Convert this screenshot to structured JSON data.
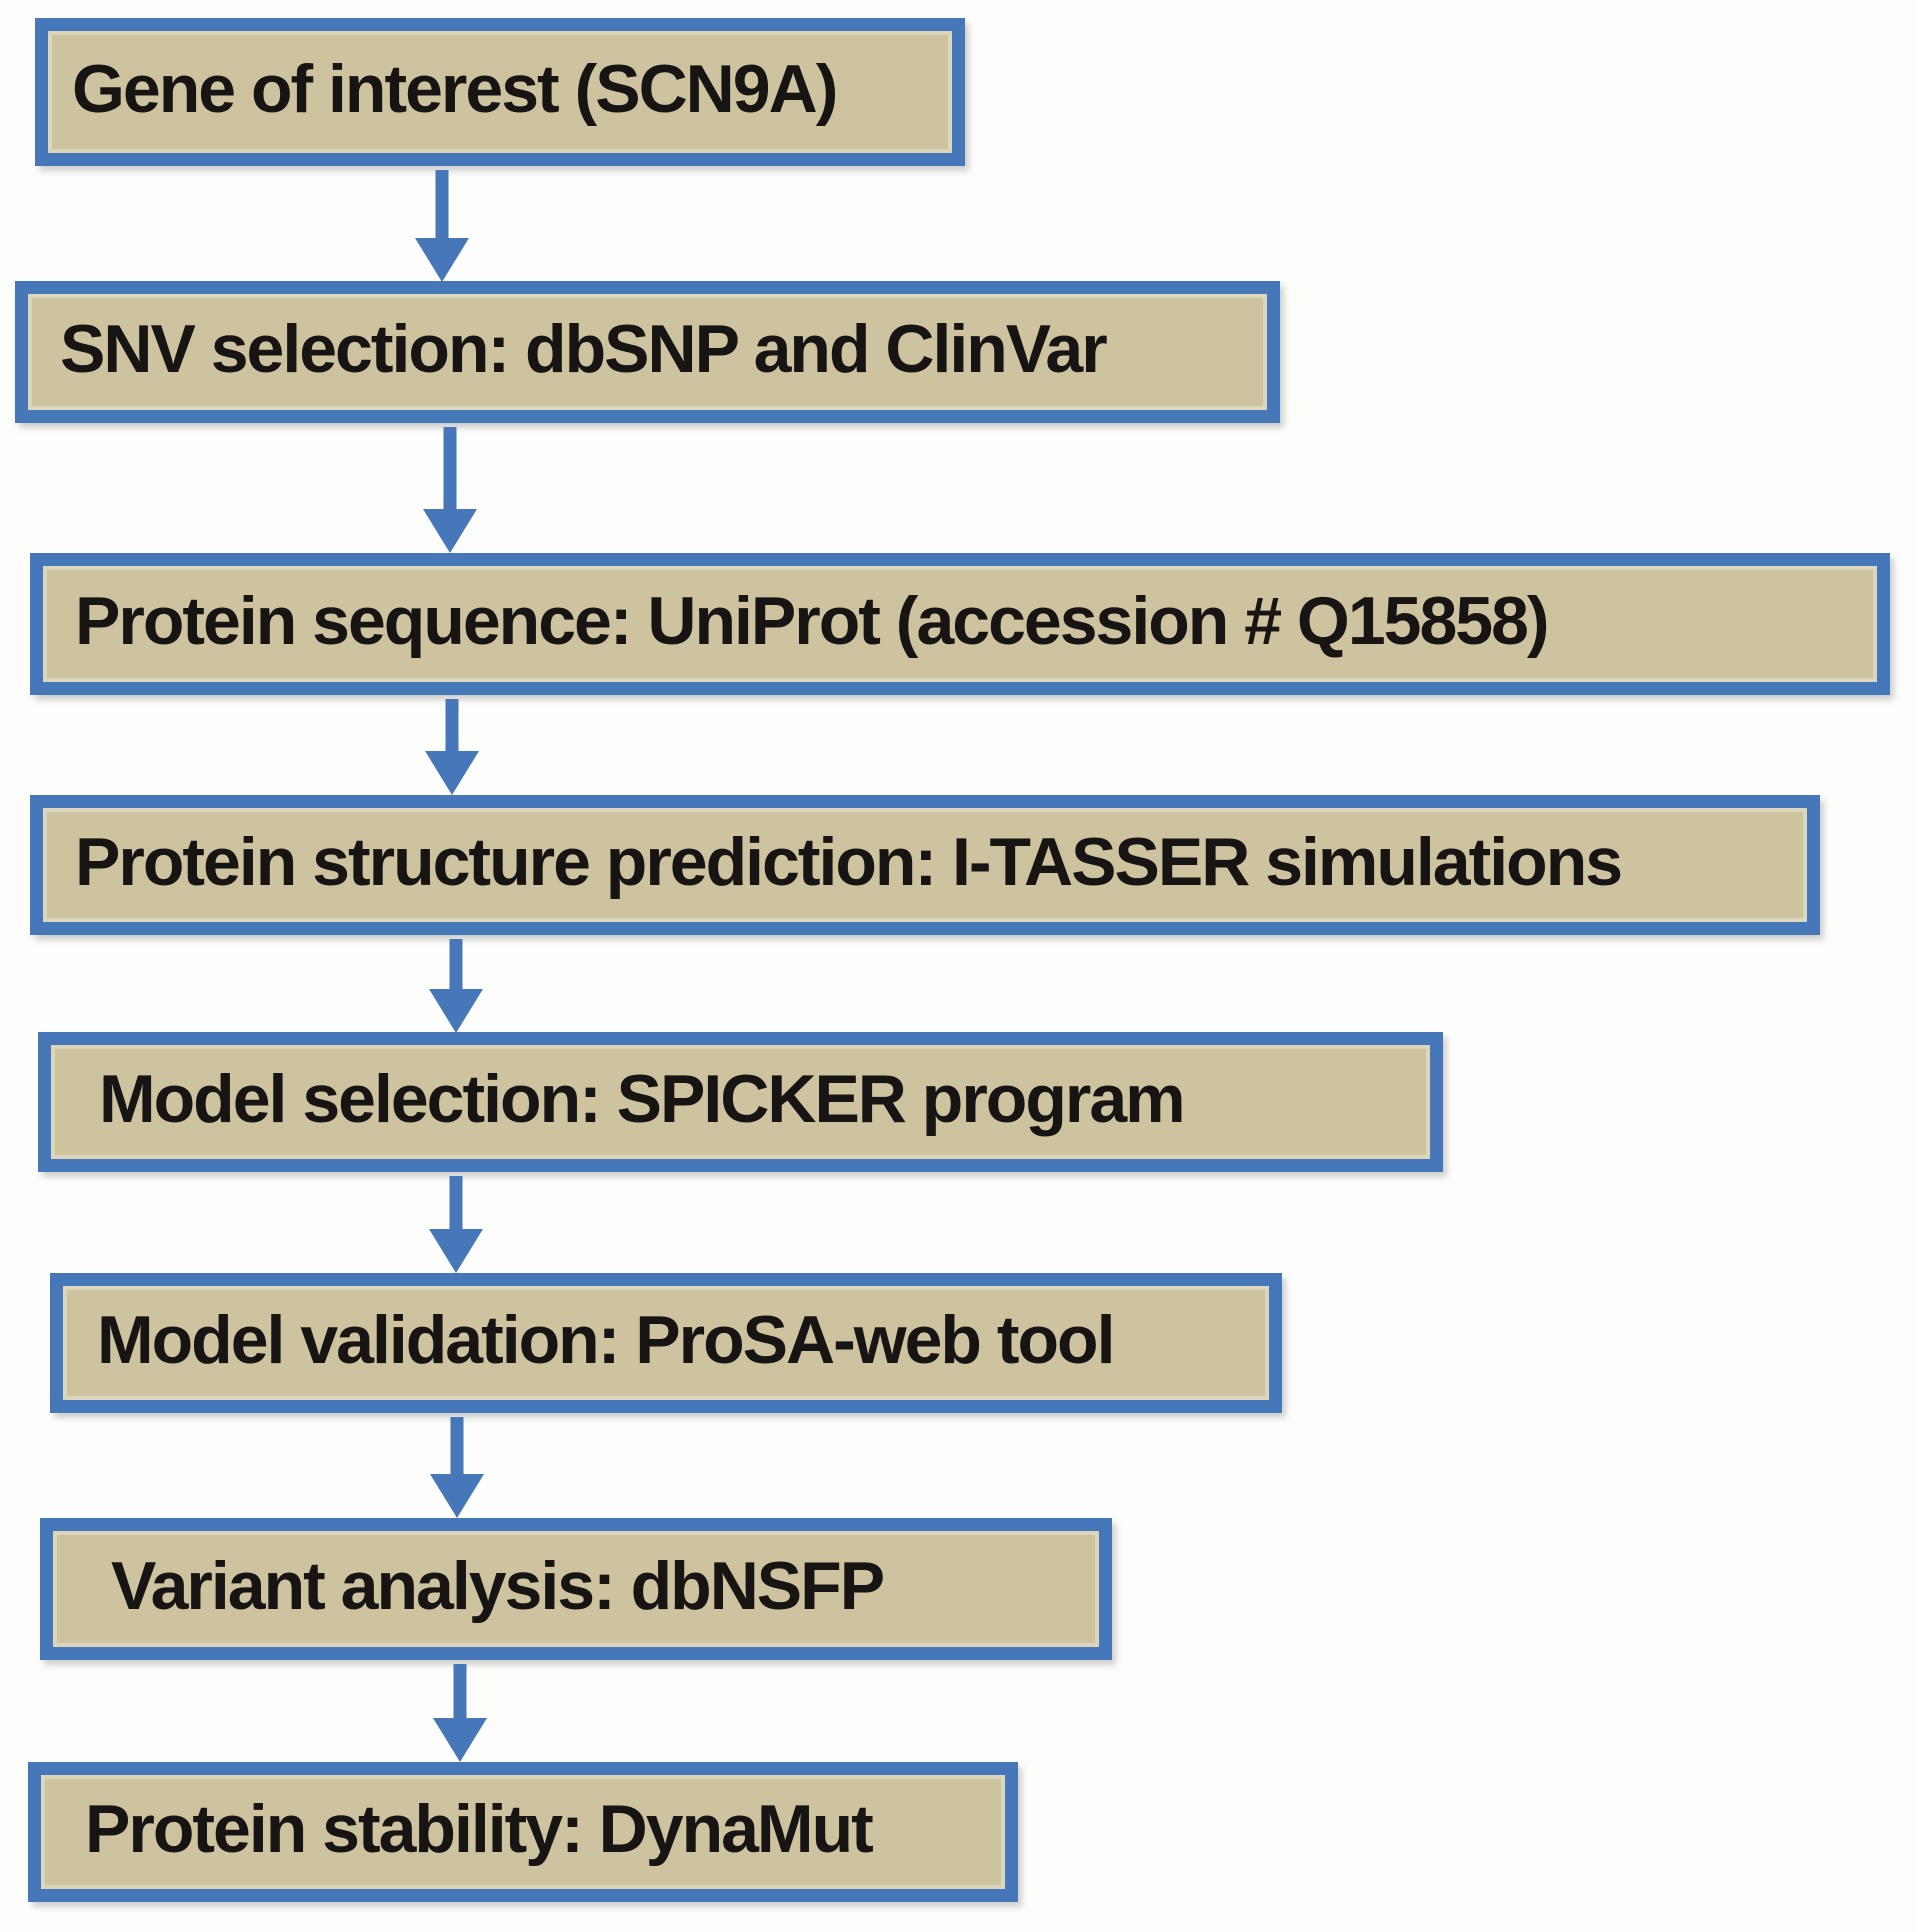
{
  "flowchart": {
    "steps": [
      {
        "label": "Gene of interest (SCN9A)"
      },
      {
        "label": "SNV selection: dbSNP and ClinVar"
      },
      {
        "label": "Protein sequence: UniProt (accession # Q15858)"
      },
      {
        "label": "Protein structure prediction: I-TASSER simulations"
      },
      {
        "label": "Model selection: SPICKER program"
      },
      {
        "label": "Model validation: ProSA-web tool"
      },
      {
        "label": "Variant analysis: dbNSFP"
      },
      {
        "label": "Protein stability: DynaMut"
      }
    ],
    "colors": {
      "box_fill": "#cdc49f",
      "box_border": "#4577b9",
      "arrow": "#4577b9",
      "text": "#171513",
      "background": "#fdfdfb"
    }
  }
}
